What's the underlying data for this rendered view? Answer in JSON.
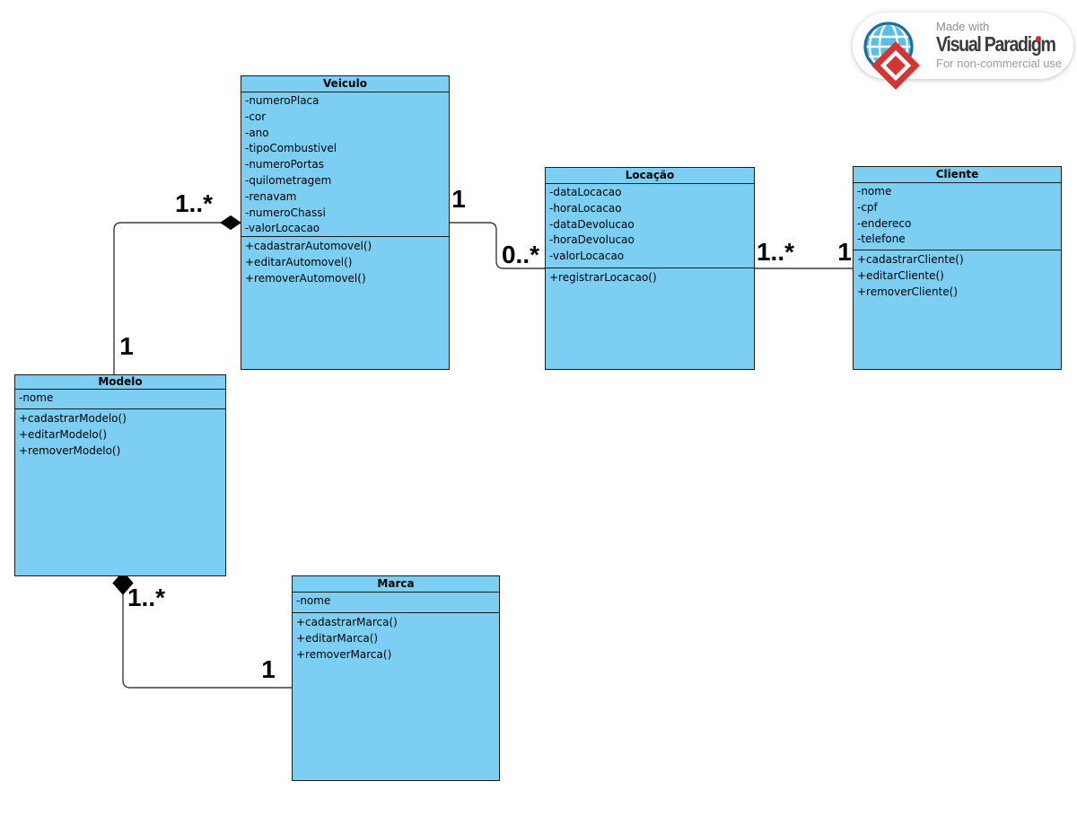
{
  "diagram": {
    "kind": "uml-class-diagram",
    "colors": {
      "class_fill": "#7CCEF2",
      "class_border": "#1c1c1c",
      "line": "#3a3a3a",
      "multiplicity_text": "#000000",
      "brand_red": "#d43531"
    }
  },
  "classes": [
    {
      "name": "Veiculo",
      "attributes": [
        "-numeroPlaca",
        "-cor",
        "-ano",
        "-tipoCombustivel",
        "-numeroPortas",
        "-quilometragem",
        "-renavam",
        "-numeroChassi",
        "-valorLocacao"
      ],
      "methods": [
        "+cadastrarAutomovel()",
        "+editarAutomovel()",
        "+removerAutomovel()"
      ]
    },
    {
      "name": "Locação",
      "attributes": [
        "-dataLocacao",
        "-horaLocacao",
        "-dataDevolucao",
        "-horaDevolucao",
        "-valorLocacao"
      ],
      "methods": [
        "+registrarLocacao()"
      ]
    },
    {
      "name": "Cliente",
      "attributes": [
        "-nome",
        "-cpf",
        "-endereco",
        "-telefone"
      ],
      "methods": [
        "+cadastrarCliente()",
        "+editarCliente()",
        "+removerCliente()"
      ]
    },
    {
      "name": "Modelo",
      "attributes": [
        "-nome"
      ],
      "methods": [
        "+cadastrarModelo()",
        "+editarModelo()",
        "+removerModelo()"
      ]
    },
    {
      "name": "Marca",
      "attributes": [
        "-nome"
      ],
      "methods": [
        "+cadastrarMarca()",
        "+editarMarca()",
        "+removerMarca()"
      ]
    }
  ],
  "relationships": [
    {
      "from": "Modelo",
      "to": "Veiculo",
      "type": "composition",
      "labels": {
        "near_modelo": "1",
        "near_veiculo": "1..*"
      }
    },
    {
      "from": "Veiculo",
      "to": "Locação",
      "type": "association",
      "labels": {
        "near_veiculo": "1",
        "near_locacao": "0..*"
      }
    },
    {
      "from": "Locação",
      "to": "Cliente",
      "type": "association",
      "labels": {
        "near_locacao": "1..*",
        "near_cliente": "1"
      }
    },
    {
      "from": "Modelo",
      "to": "Marca",
      "type": "composition",
      "labels": {
        "near_modelo": "1..*",
        "near_marca": "1"
      }
    }
  ],
  "badge": {
    "made_with": "Made with",
    "brand": "Visual Paradigm",
    "license": "For non-commercial use"
  }
}
